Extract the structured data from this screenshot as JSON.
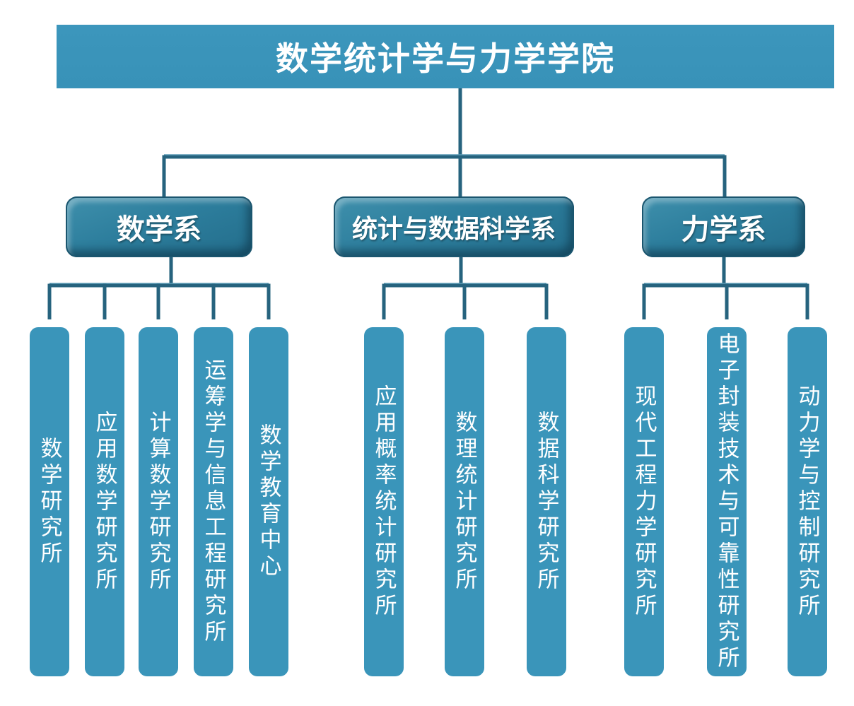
{
  "diagram": {
    "type": "org-chart",
    "title": "数学统计学与力学学院"
  },
  "colors": {
    "node_fill": "#3a95ba",
    "branch_fill": "#2d7e9d",
    "branch_edge": "#1b566f",
    "connector_line": "#26637e",
    "text": "#ffffff",
    "background": "#ffffff"
  },
  "root": {
    "label": "数学统计学与力学学院"
  },
  "departments": [
    {
      "label": "数学系",
      "institutes": [
        {
          "label": "数学研究所"
        },
        {
          "label": "应用数学研究所"
        },
        {
          "label": "计算数学研究所"
        },
        {
          "label": "运筹学与信息工程研究所"
        },
        {
          "label": "数学教育中心"
        }
      ]
    },
    {
      "label": "统计与数据科学系",
      "institutes": [
        {
          "label": "应用概率统计研究所"
        },
        {
          "label": "数理统计研究所"
        },
        {
          "label": "数据科学研究所"
        }
      ]
    },
    {
      "label": "力学系",
      "institutes": [
        {
          "label": "现代工程力学研究所"
        },
        {
          "label": "电子封装技术与可靠性研究所"
        },
        {
          "label": "动力学与控制研究所"
        }
      ]
    }
  ]
}
